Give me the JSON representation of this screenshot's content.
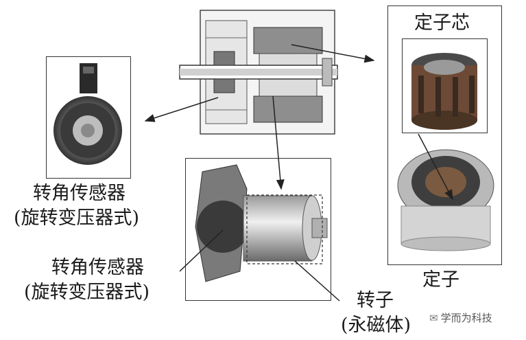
{
  "labels": {
    "resolver_top_line1": "转角传感器",
    "resolver_top_line2": "(旋转变压器式)",
    "resolver_bottom_line1": "转角传感器",
    "resolver_bottom_line2": "(旋转变压器式)",
    "stator_core": "定子芯",
    "stator": "定子",
    "rotor_line1": "转子",
    "rotor_line2": "(永磁体)"
  },
  "watermark": {
    "icon": "wechat-icon",
    "text": "学而为科技"
  },
  "colors": {
    "line": "#222222",
    "metal_dark": "#555555",
    "metal_light": "#c8c8c8",
    "copper": "#8a5a3a"
  }
}
